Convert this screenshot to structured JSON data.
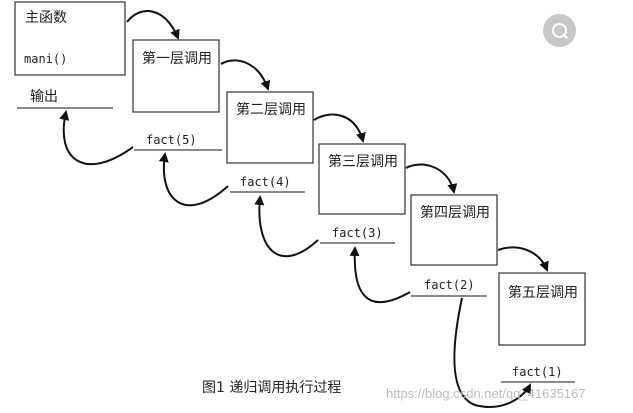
{
  "main": {
    "title": "主函数",
    "call": "mani()",
    "output": "输出"
  },
  "layers": [
    {
      "name": "第一层调用",
      "call": "fact(5)"
    },
    {
      "name": "第二层调用",
      "call": "fact(4)"
    },
    {
      "name": "第三层调用",
      "call": "fact(3)"
    },
    {
      "name": "第四层调用",
      "call": "fact(2)"
    },
    {
      "name": "第五层调用",
      "call": "fact(1)"
    }
  ],
  "caption": "图1 递归调用执行过程",
  "watermark": "https://blog.csdn.net/qq_41635167",
  "icons": {
    "zoom": "zoom-icon"
  },
  "colors": {
    "stroke": "#333333",
    "arrow": "#111111",
    "watermark": "#bdbdbd",
    "zoom_bg": "#c8c8c8"
  }
}
